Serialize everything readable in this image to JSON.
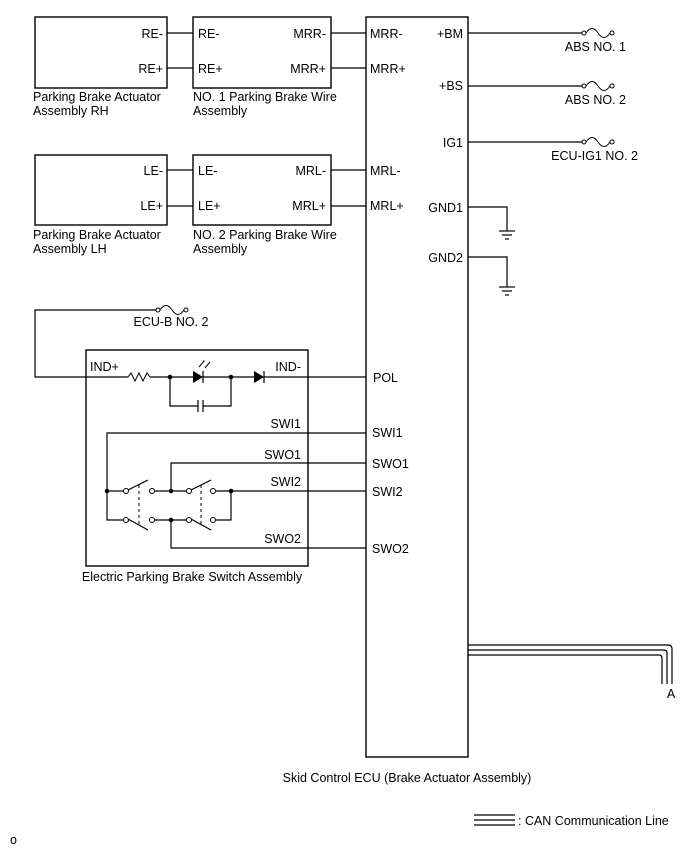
{
  "rh_actuator": {
    "pin_minus": "RE-",
    "pin_plus": "RE+",
    "caption_1": "Parking Brake Actuator",
    "caption_2": "Assembly RH"
  },
  "wire1": {
    "left_minus": "RE-",
    "left_plus": "RE+",
    "right_minus": "MRR-",
    "right_plus": "MRR+",
    "caption_1": "NO. 1 Parking Brake Wire",
    "caption_2": "Assembly"
  },
  "lh_actuator": {
    "pin_minus": "LE-",
    "pin_plus": "LE+",
    "caption_1": "Parking Brake Actuator",
    "caption_2": "Assembly LH"
  },
  "wire2": {
    "left_minus": "LE-",
    "left_plus": "LE+",
    "right_minus": "MRL-",
    "right_plus": "MRL+",
    "caption_1": "NO. 2 Parking Brake Wire",
    "caption_2": "Assembly"
  },
  "ecu": {
    "caption": "Skid Control ECU (Brake Actuator Assembly)",
    "pins_left": {
      "mrr_minus": "MRR-",
      "mrr_plus": "MRR+",
      "mrl_minus": "MRL-",
      "mrl_plus": "MRL+",
      "pol": "POL",
      "swi1": "SWI1",
      "swo1": "SWO1",
      "swi2": "SWI2",
      "swo2": "SWO2"
    },
    "pins_right": {
      "bm": "+BM",
      "bs": "+BS",
      "ig1": "IG1",
      "gnd1": "GND1",
      "gnd2": "GND2"
    }
  },
  "fuses": {
    "abs1": "ABS NO. 1",
    "abs2": "ABS NO. 2",
    "ecu_ig1": "ECU-IG1 NO. 2",
    "ecu_b": "ECU-B NO. 2"
  },
  "switch_assy": {
    "caption": "Electric Parking Brake Switch Assembly",
    "ind_plus": "IND+",
    "ind_minus": "IND-",
    "swi1": "SWI1",
    "swo1": "SWO1",
    "swi2": "SWI2",
    "swo2": "SWO2"
  },
  "can": {
    "connector": "A",
    "legend": ": CAN Communication Line"
  },
  "footer_mark": "o"
}
